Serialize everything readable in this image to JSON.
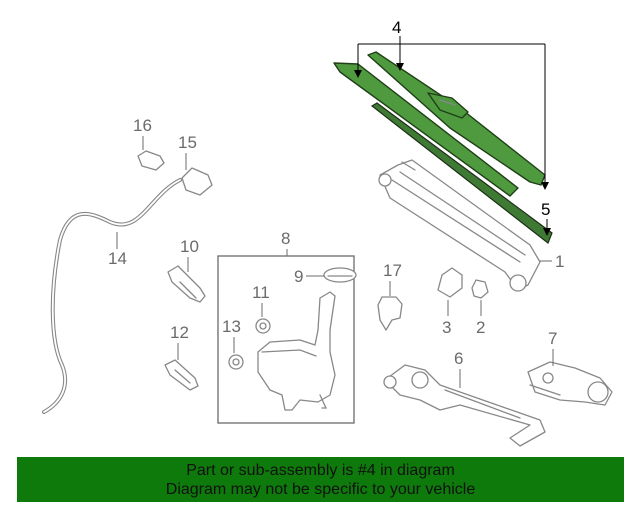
{
  "callouts": {
    "c1": "1",
    "c2": "2",
    "c3": "3",
    "c4": "4",
    "c5": "5",
    "c6": "6",
    "c7": "7",
    "c8": "8",
    "c9": "9",
    "c10": "10",
    "c11": "11",
    "c12": "12",
    "c13": "13",
    "c14": "14",
    "c15": "15",
    "c16": "16",
    "c17": "17"
  },
  "highlighted_parts": [
    "4",
    "5"
  ],
  "banner": {
    "line1": "Part or sub-assembly is #4 in diagram",
    "line2": "Diagram may not be specific to your vehicle"
  },
  "colors": {
    "highlight": "#4f9a3f",
    "banner_bg": "#0f7a0c",
    "part_outline": "#888888"
  }
}
